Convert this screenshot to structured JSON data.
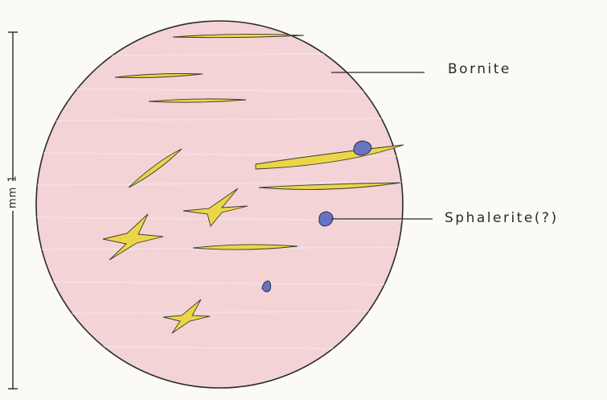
{
  "labels": {
    "bornite": "Bornite",
    "sphalerite": "Sphalerite(?)"
  },
  "scale_bar": {
    "text": "mm 1"
  },
  "colors": {
    "bornite_fill": "#f3d3d6",
    "bornite_streak": "#f0ecea",
    "mineral_yellow": "#ecd648",
    "sphalerite_blue": "#6874c2",
    "ink": "#2a2a2a"
  }
}
